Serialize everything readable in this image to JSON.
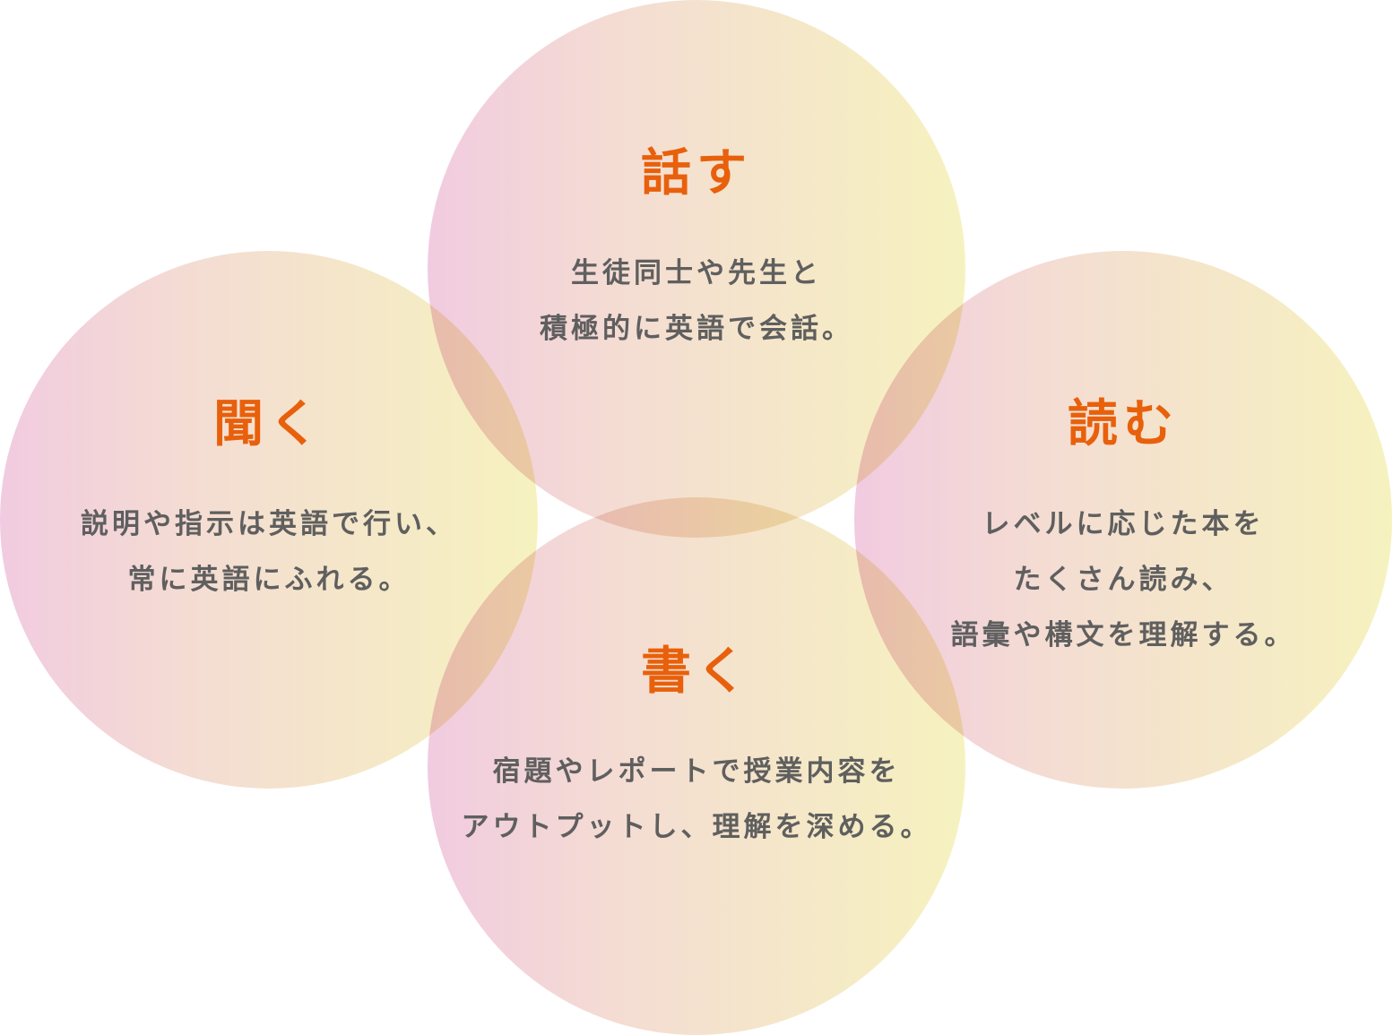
{
  "colors": {
    "title": "#e8600c",
    "body_text": "#5f5f5f",
    "circle_gradient_left": "#f1cbe0",
    "circle_gradient_right": "#f6f2bf",
    "overlap": "#e9bf9f",
    "background": "#ffffff"
  },
  "circles": {
    "speak": {
      "title": "話す",
      "lines": [
        "生徒同士や先生と",
        "積極的に英語で会話。"
      ]
    },
    "listen": {
      "title": "聞く",
      "lines": [
        "説明や指示は英語で行い、",
        "常に英語にふれる。"
      ]
    },
    "read": {
      "title": "読む",
      "lines": [
        "レベルに応じた本を",
        "たくさん読み、",
        "語彙や構文を理解する。"
      ]
    },
    "write": {
      "title": "書く",
      "lines": [
        "宿題やレポートで授業内容を",
        "アウトプットし、理解を深める。"
      ]
    }
  }
}
